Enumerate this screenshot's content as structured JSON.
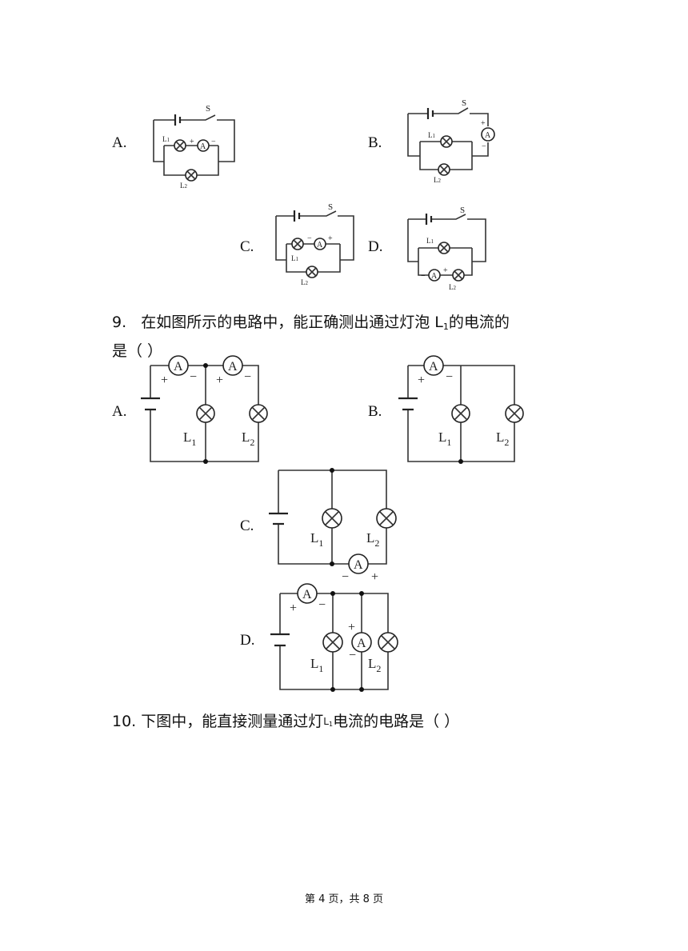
{
  "q8": {
    "options": {
      "a": "A.",
      "b": "B.",
      "c": "C.",
      "d": "D."
    },
    "switch_label": "S",
    "lamp1": "L",
    "lamp1_sub": "1",
    "lamp2": "L",
    "lamp2_sub": "2",
    "ammeter": "A",
    "plus": "+",
    "minus": "−"
  },
  "q9": {
    "number": "9.",
    "text_before": "在如图所示的电路中，能正确测出通过灯泡 L",
    "text_sub": "1",
    "text_after": "的电流的",
    "text_line2": "是（        ）",
    "options": {
      "a": "A.",
      "b": "B.",
      "c": "C.",
      "d": "D."
    },
    "lamp1": "L",
    "lamp1_sub": "1",
    "lamp2": "L",
    "lamp2_sub": "2",
    "ammeter": "A",
    "plus": "+",
    "minus": "−"
  },
  "q10": {
    "number": "10.",
    "text_before": "下图中，能直接测量通过灯",
    "text_sub_l": "L",
    "text_sub": "1",
    "text_after": "电流的电路是（          ）"
  },
  "footer": "第 4 页，共 8 页"
}
